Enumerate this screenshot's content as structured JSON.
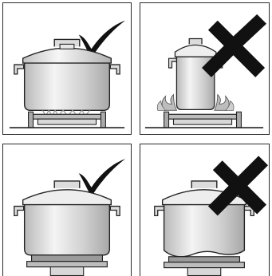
{
  "panels": [
    {
      "id": "gas-correct-pot",
      "verdict": "correct",
      "burner": "gas",
      "mark_icon": "check-mark-icon",
      "flames_outside": false
    },
    {
      "id": "gas-too-small-pot",
      "verdict": "incorrect",
      "burner": "gas",
      "mark_icon": "cross-mark-icon",
      "flames_outside": true
    },
    {
      "id": "ring-correct-pot",
      "verdict": "correct",
      "burner": "ring",
      "mark_icon": "check-mark-icon",
      "deformed_base": false
    },
    {
      "id": "ring-deformed-pot",
      "verdict": "incorrect",
      "burner": "ring",
      "mark_icon": "cross-mark-icon",
      "deformed_base": true
    }
  ],
  "colors": {
    "outline": "#222222",
    "pot_body": "#d4d4d4",
    "pot_highlight": "#f2f2f2",
    "burner": "#9a9a9a",
    "flame": "#b8b8b8",
    "mark": "#111111"
  }
}
